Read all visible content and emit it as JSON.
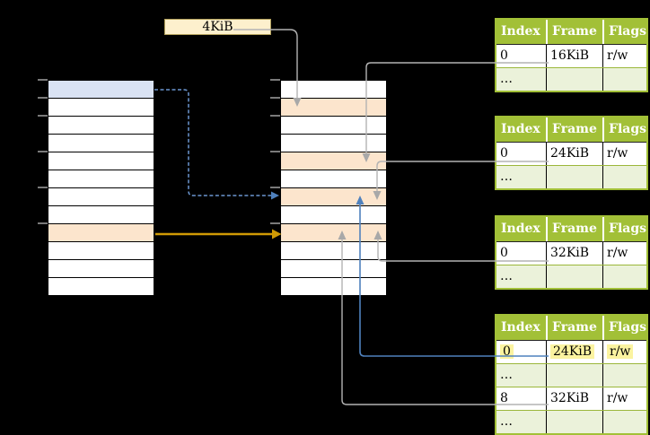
{
  "frame_size_label": "4KiB",
  "memory": {
    "virtual_column": {
      "rows": [
        {
          "fill": "blue"
        },
        {
          "fill": "white"
        },
        {
          "fill": "white"
        },
        {
          "fill": "white"
        },
        {
          "fill": "white"
        },
        {
          "fill": "white"
        },
        {
          "fill": "white"
        },
        {
          "fill": "white"
        },
        {
          "fill": "orange"
        },
        {
          "fill": "white"
        },
        {
          "fill": "white"
        },
        {
          "fill": "white"
        }
      ]
    },
    "physical_column": {
      "rows": [
        {
          "fill": "white"
        },
        {
          "fill": "orange"
        },
        {
          "fill": "white"
        },
        {
          "fill": "white"
        },
        {
          "fill": "orange"
        },
        {
          "fill": "white"
        },
        {
          "fill": "orange"
        },
        {
          "fill": "white"
        },
        {
          "fill": "orange"
        },
        {
          "fill": "white"
        },
        {
          "fill": "white"
        },
        {
          "fill": "white"
        }
      ]
    }
  },
  "page_tables": {
    "header": [
      "Index",
      "Frame",
      "Flags"
    ],
    "tables": [
      {
        "id": "page-table-1",
        "rows": [
          {
            "cells": [
              "0",
              "16KiB",
              "r/w"
            ],
            "highlight": false,
            "shaded": false
          },
          {
            "cells": [
              "…",
              "",
              ""
            ],
            "highlight": false,
            "shaded": true
          }
        ]
      },
      {
        "id": "page-table-2",
        "rows": [
          {
            "cells": [
              "0",
              "24KiB",
              "r/w"
            ],
            "highlight": false,
            "shaded": false
          },
          {
            "cells": [
              "…",
              "",
              ""
            ],
            "highlight": false,
            "shaded": true
          }
        ]
      },
      {
        "id": "page-table-3",
        "rows": [
          {
            "cells": [
              "0",
              "32KiB",
              "r/w"
            ],
            "highlight": false,
            "shaded": false
          },
          {
            "cells": [
              "…",
              "",
              ""
            ],
            "highlight": false,
            "shaded": true
          }
        ]
      },
      {
        "id": "page-table-4",
        "rows": [
          {
            "cells": [
              "0",
              "24KiB",
              "r/w"
            ],
            "highlight": true,
            "shaded": false
          },
          {
            "cells": [
              "…",
              "",
              ""
            ],
            "highlight": false,
            "shaded": true
          },
          {
            "cells": [
              "8",
              "32KiB",
              "r/w"
            ],
            "highlight": false,
            "shaded": false
          },
          {
            "cells": [
              "…",
              "",
              ""
            ],
            "highlight": false,
            "shaded": true
          }
        ]
      }
    ]
  },
  "colors": {
    "background": "#000000",
    "table_header_green": "#a2c037",
    "table_row_light_green": "#ebf2da",
    "memory_row_blue": "#d9e2f3",
    "memory_row_orange": "#fce5cd",
    "frame_size_box_fill": "#fdf0cd",
    "frame_size_box_border": "#b3a15c",
    "highlight_yellow": "#fbf3a0",
    "arrow_gray": "#b3b3b3",
    "arrow_gold": "#cf9a05",
    "arrow_blue": "#4f81bd",
    "arrow_blue_dashed": "#6b96cf",
    "tick_gray": "#7a7a7a"
  }
}
